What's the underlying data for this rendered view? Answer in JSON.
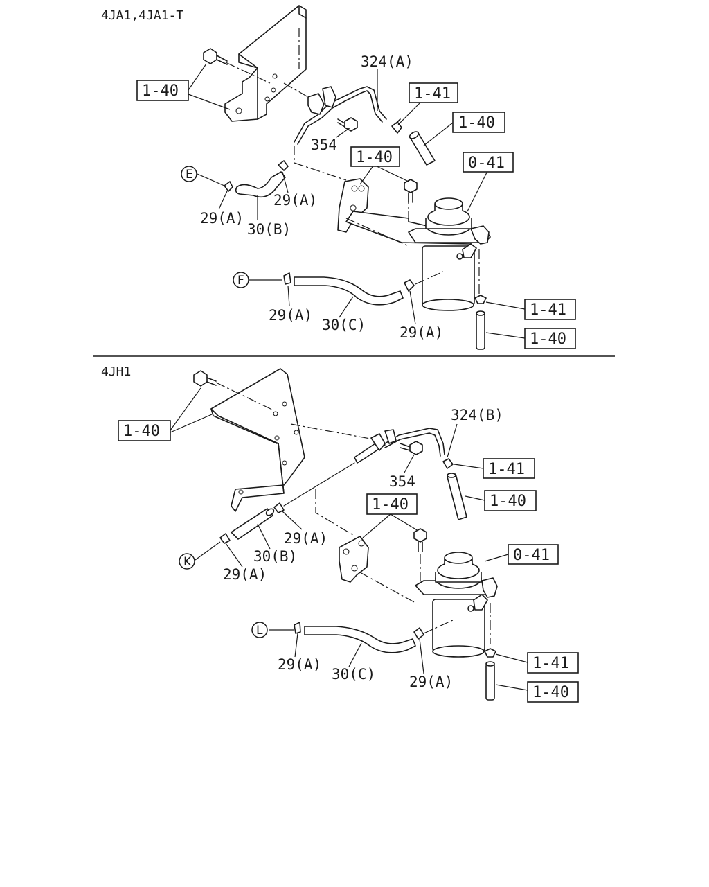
{
  "section_top": {
    "title": "4JA1,4JA1-T",
    "ref_boxes": [
      "1-40",
      "1-41",
      "1-40",
      "1-40",
      "0-41",
      "1-41",
      "1-40"
    ],
    "labels": [
      "324(A)",
      "354",
      "29(A)",
      "29(A)",
      "30(B)",
      "29(A)",
      "30(C)",
      "29(A)"
    ],
    "markers": [
      "E",
      "F"
    ]
  },
  "section_bottom": {
    "title": "4JH1",
    "ref_boxes": [
      "1-40",
      "1-41",
      "1-40",
      "1-40",
      "0-41",
      "1-41",
      "1-40"
    ],
    "labels": [
      "324(B)",
      "354",
      "29(A)",
      "30(B)",
      "29(A)",
      "29(A)",
      "30(C)",
      "29(A)"
    ],
    "markers": [
      "K",
      "L"
    ]
  }
}
